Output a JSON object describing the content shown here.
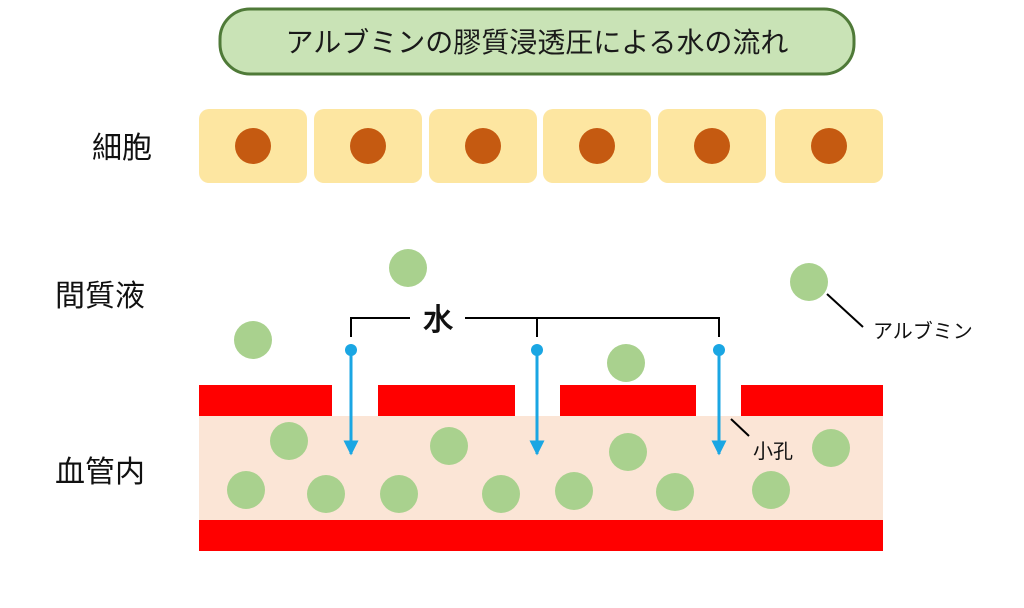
{
  "title": "アルブミンの膠質浸透圧による水の流れ",
  "labels": {
    "cells": "細胞",
    "interstitial_fluid": "間質液",
    "intravascular": "血管内"
  },
  "annotations": {
    "water": "水",
    "albumin": "アルブミン",
    "pore": "小孔"
  },
  "colors": {
    "title_bg": "#c9e3b6",
    "title_border": "#4f7a38",
    "cell_fill": "#fde6a1",
    "nucleus": "#c55a11",
    "albumin": "#a9d18e",
    "vessel_wall": "#ff0000",
    "blood_plasma": "#fbe5d6",
    "water_arrow": "#1aa6e3",
    "line": "#000000"
  },
  "counts": {
    "cells": 6,
    "pores": 3,
    "water_arrows": 3
  }
}
